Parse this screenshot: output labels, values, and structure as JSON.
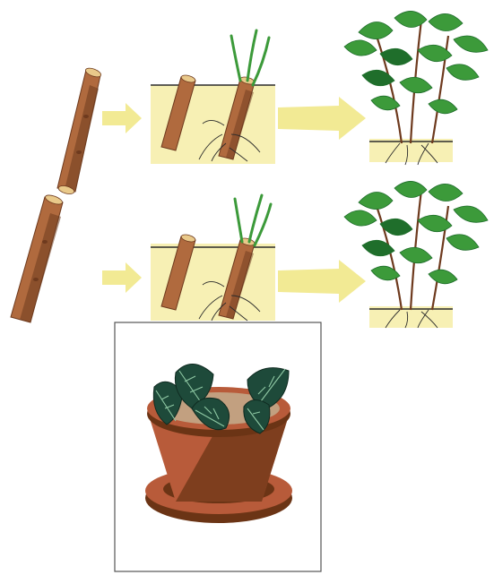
{
  "diagram": {
    "rows": [
      {
        "stages": [
          "stem-cutting",
          "rooted-cutting-in-soil",
          "mature-plant"
        ],
        "arrows": 2
      },
      {
        "stages": [
          "stem-cutting",
          "rooted-cutting-in-soil",
          "mature-plant"
        ],
        "arrows": 2
      }
    ],
    "inset": {
      "subject": "leaf-cuttings-in-clay-pot",
      "leaf_count": 5
    }
  },
  "colors": {
    "soil_panel": "#f7f0b4",
    "soil_line": "#2b2b2b",
    "stem_light": "#b06a3e",
    "stem_dark": "#6e3a1e",
    "stem_cut_face": "#e9c98a",
    "arrow_fill": "#f2ea94",
    "leaf_green": "#3c9a3a",
    "leaf_dark": "#1f6e2b",
    "pot_light": "#b85b3a",
    "pot_dark": "#6b3415",
    "pot_soil": "#c2a080",
    "pot_leaf": "#1e4a3a",
    "inset_border": "#555555"
  }
}
